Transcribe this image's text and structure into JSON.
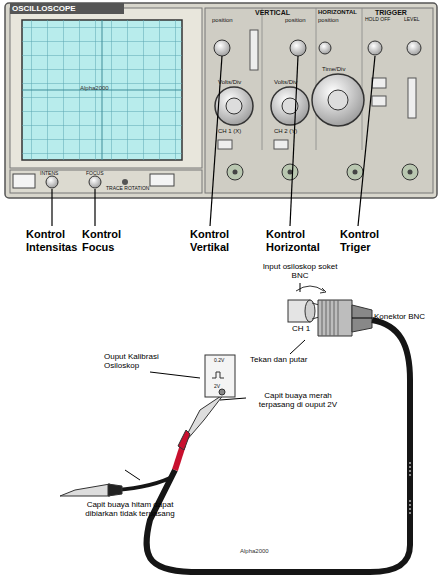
{
  "diagram": {
    "labels": [
      "OSCILLOSCOPE",
      "Alpha2000",
      "VERTICAL",
      "position",
      "position",
      "HORIZONTAL",
      "position",
      "TRIGGER",
      "Volts/Div",
      "Volts/Div",
      "CH 1 (X)",
      "CH 2 (Y)",
      "Time/Div",
      "INTENS",
      "FOCUS",
      "TRACE ROTATION",
      "Kontrol Intensitas",
      "Kontrol Focus",
      "Kontrol Vertikal",
      "Kontrol Horizontal",
      "Kontrol Triger",
      "Input osiloskop soket BNC",
      "CH 1",
      "Konektor BNC",
      "Tekan dan putar",
      "Ouput Kalibrasi Osiloskop",
      "Capit buaya merah terpasang di ouput 2V",
      "Capit buaya hitam dapat dibiarkan tidak terpasang",
      "Alpha2000",
      "0.2V",
      "2V",
      "HOLD OFF",
      "LEVEL"
    ]
  }
}
